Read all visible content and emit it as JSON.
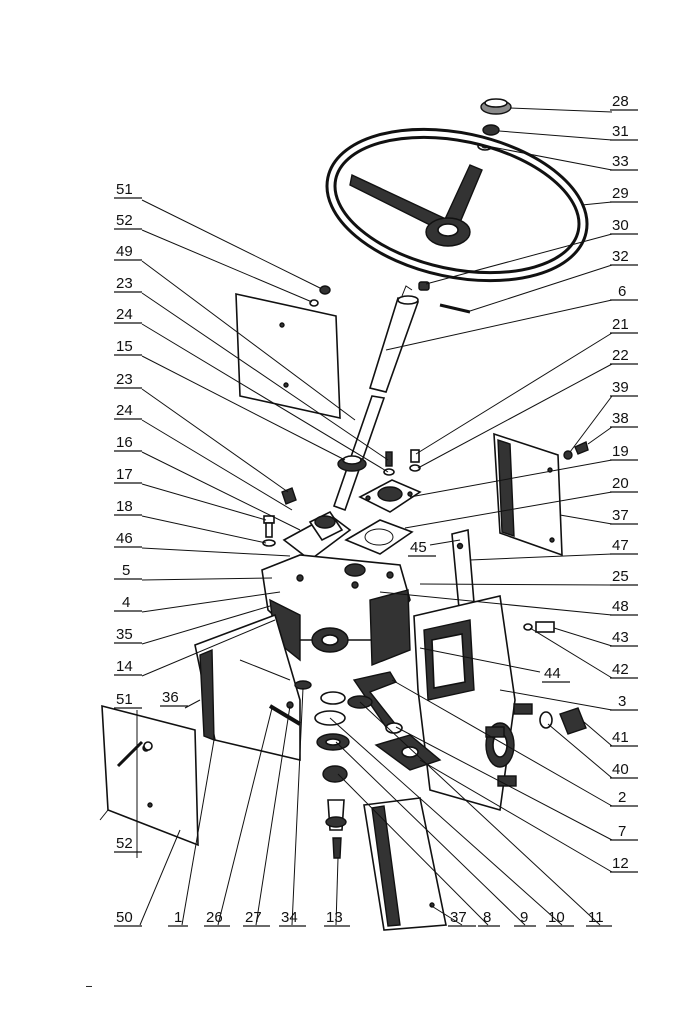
{
  "figure": {
    "callouts_right": [
      "28",
      "31",
      "33",
      "29",
      "30",
      "32",
      "6",
      "21",
      "22",
      "39",
      "38",
      "19",
      "20",
      "37",
      "45",
      "47",
      "25",
      "48",
      "43",
      "42",
      "44",
      "3",
      "41",
      "40",
      "2",
      "7",
      "12"
    ],
    "callouts_left": [
      "51",
      "52",
      "49",
      "23",
      "24",
      "15",
      "23",
      "24",
      "16",
      "17",
      "18",
      "46",
      "5",
      "4",
      "35",
      "14",
      "36",
      "51",
      "52"
    ],
    "callouts_bottom": [
      "50",
      "1",
      "26",
      "27",
      "34",
      "13",
      "37",
      "8",
      "9",
      "10",
      "11"
    ],
    "margin_mark": "ı"
  }
}
